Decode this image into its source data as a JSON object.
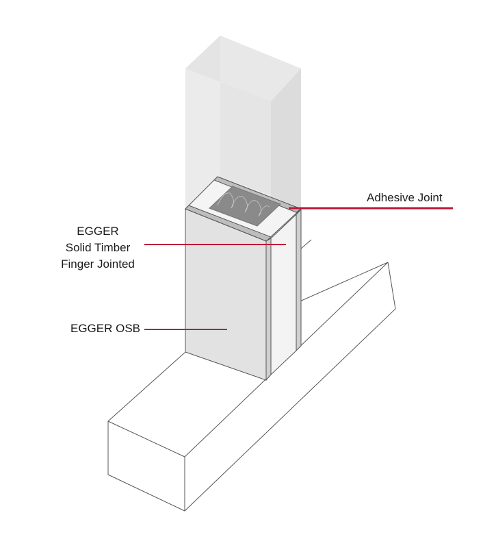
{
  "labels": {
    "adhesive_joint": "Adhesive Joint",
    "solid_timber": [
      "EGGER",
      "Solid Timber",
      "Finger Jointed"
    ],
    "osb": "EGGER OSB"
  },
  "colors": {
    "leader": "#c0163a",
    "outline": "#555555",
    "osb_face": "#e2e2e2",
    "insulation": "#8a8a8a"
  }
}
